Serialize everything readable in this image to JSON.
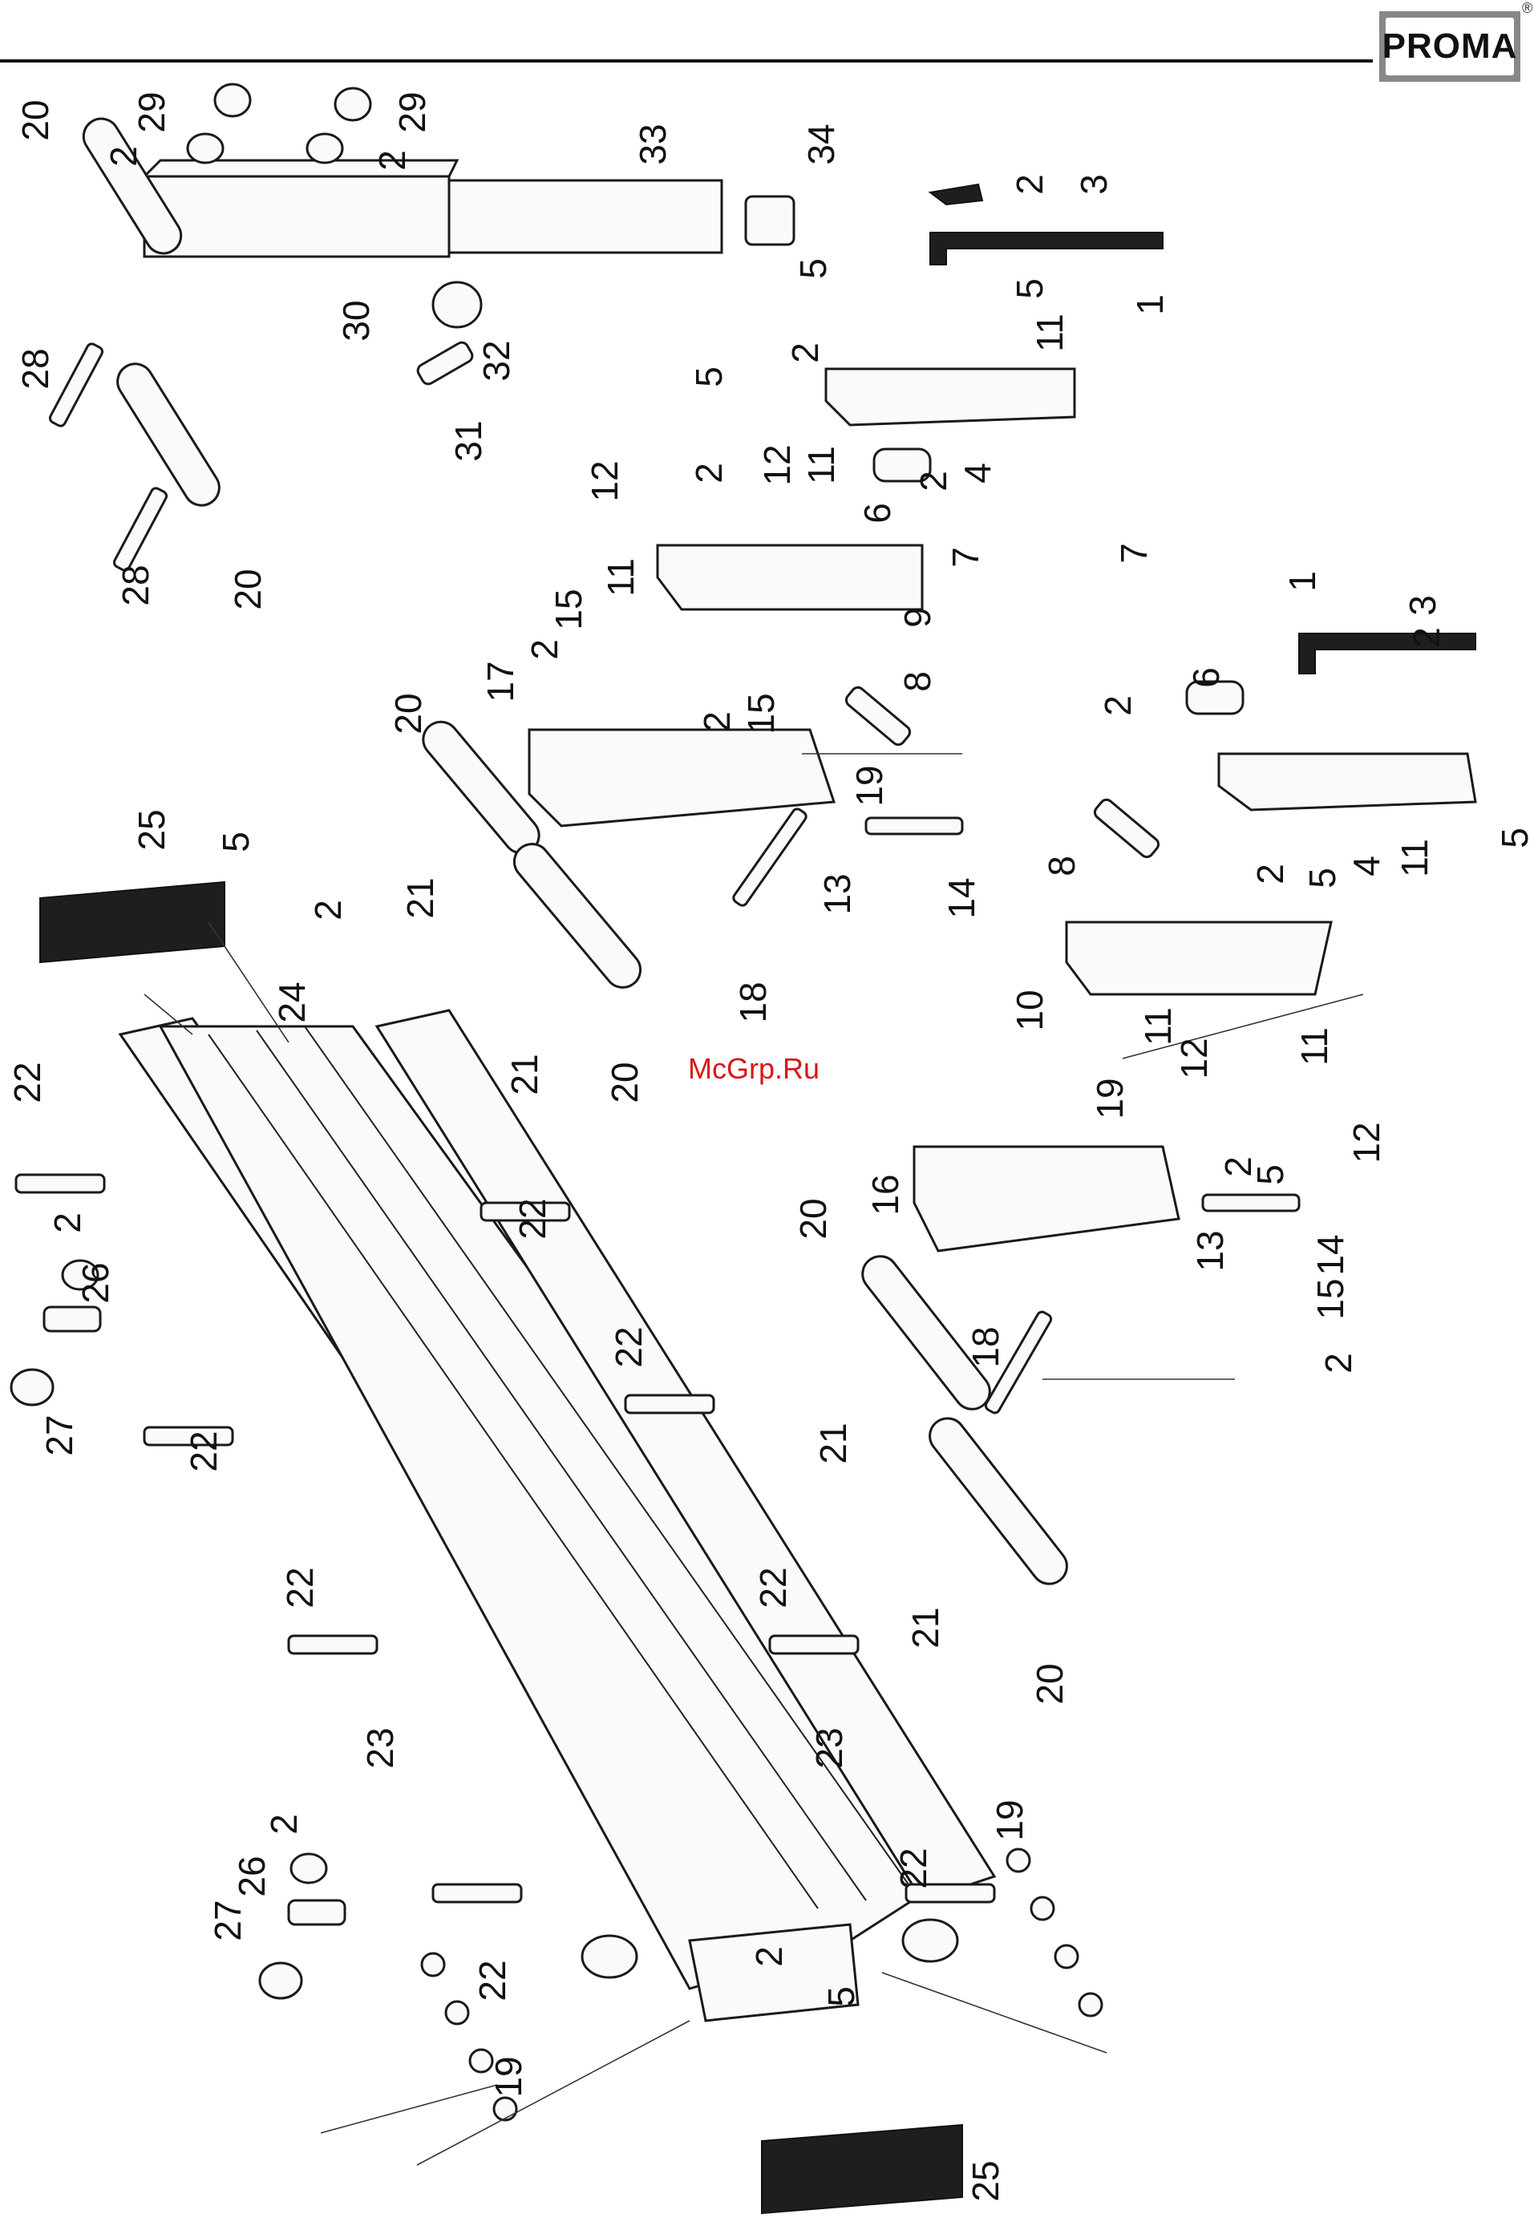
{
  "brand": {
    "name": "PROMA",
    "registered": "®"
  },
  "watermark": "McGrp.Ru",
  "callouts": [
    {
      "id": "c1",
      "text": "20"
    },
    {
      "id": "c2",
      "text": "29"
    },
    {
      "id": "c3",
      "text": "2"
    },
    {
      "id": "c4",
      "text": "29"
    },
    {
      "id": "c5",
      "text": "2"
    },
    {
      "id": "c6",
      "text": "33"
    },
    {
      "id": "c7",
      "text": "34"
    },
    {
      "id": "c8",
      "text": "2"
    },
    {
      "id": "c9",
      "text": "3"
    },
    {
      "id": "c10",
      "text": "28"
    },
    {
      "id": "c11",
      "text": "30"
    },
    {
      "id": "c12",
      "text": "32"
    },
    {
      "id": "c13",
      "text": "31"
    },
    {
      "id": "c14",
      "text": "5"
    },
    {
      "id": "c15",
      "text": "5"
    },
    {
      "id": "c16",
      "text": "1"
    },
    {
      "id": "c17",
      "text": "2"
    },
    {
      "id": "c18",
      "text": "11"
    },
    {
      "id": "c19",
      "text": "28"
    },
    {
      "id": "c20",
      "text": "20"
    },
    {
      "id": "c21",
      "text": "12"
    },
    {
      "id": "c22",
      "text": "5"
    },
    {
      "id": "c23",
      "text": "2"
    },
    {
      "id": "c24",
      "text": "12"
    },
    {
      "id": "c25",
      "text": "11"
    },
    {
      "id": "c26",
      "text": "4"
    },
    {
      "id": "c27",
      "text": "11"
    },
    {
      "id": "c28",
      "text": "6"
    },
    {
      "id": "c29",
      "text": "2"
    },
    {
      "id": "c30",
      "text": "7"
    },
    {
      "id": "c31",
      "text": "15"
    },
    {
      "id": "c32",
      "text": "9"
    },
    {
      "id": "c33",
      "text": "17"
    },
    {
      "id": "c34",
      "text": "2"
    },
    {
      "id": "c35",
      "text": "20"
    },
    {
      "id": "c36",
      "text": "15"
    },
    {
      "id": "c37",
      "text": "8"
    },
    {
      "id": "c38",
      "text": "7"
    },
    {
      "id": "c39",
      "text": "1"
    },
    {
      "id": "c40",
      "text": "2"
    },
    {
      "id": "c41",
      "text": "3"
    },
    {
      "id": "c42",
      "text": "2"
    },
    {
      "id": "c43",
      "text": "6"
    },
    {
      "id": "c44",
      "text": "2"
    },
    {
      "id": "c45",
      "text": "19"
    },
    {
      "id": "c46",
      "text": "25"
    },
    {
      "id": "c47",
      "text": "5"
    },
    {
      "id": "c48",
      "text": "2"
    },
    {
      "id": "c49",
      "text": "21"
    },
    {
      "id": "c50",
      "text": "13"
    },
    {
      "id": "c51",
      "text": "14"
    },
    {
      "id": "c52",
      "text": "8"
    },
    {
      "id": "c53",
      "text": "4"
    },
    {
      "id": "c54",
      "text": "2"
    },
    {
      "id": "c55",
      "text": "5"
    },
    {
      "id": "c56",
      "text": "11"
    },
    {
      "id": "c57",
      "text": "5"
    },
    {
      "id": "c58",
      "text": "24"
    },
    {
      "id": "c59",
      "text": "18"
    },
    {
      "id": "c60",
      "text": "10"
    },
    {
      "id": "c61",
      "text": "21"
    },
    {
      "id": "c62",
      "text": "20"
    },
    {
      "id": "c63",
      "text": "22"
    },
    {
      "id": "c64",
      "text": "11"
    },
    {
      "id": "c65",
      "text": "12"
    },
    {
      "id": "c66",
      "text": "19"
    },
    {
      "id": "c67",
      "text": "11"
    },
    {
      "id": "c68",
      "text": "16"
    },
    {
      "id": "c69",
      "text": "2"
    },
    {
      "id": "c70",
      "text": "5"
    },
    {
      "id": "c71",
      "text": "12"
    },
    {
      "id": "c72",
      "text": "22"
    },
    {
      "id": "c73",
      "text": "20"
    },
    {
      "id": "c74",
      "text": "13"
    },
    {
      "id": "c75",
      "text": "14"
    },
    {
      "id": "c76",
      "text": "2"
    },
    {
      "id": "c77",
      "text": "26"
    },
    {
      "id": "c78",
      "text": "15"
    },
    {
      "id": "c79",
      "text": "22"
    },
    {
      "id": "c80",
      "text": "2"
    },
    {
      "id": "c81",
      "text": "18"
    },
    {
      "id": "c82",
      "text": "27"
    },
    {
      "id": "c83",
      "text": "22"
    },
    {
      "id": "c84",
      "text": "21"
    },
    {
      "id": "c85",
      "text": "22"
    },
    {
      "id": "c86",
      "text": "22"
    },
    {
      "id": "c87",
      "text": "21"
    },
    {
      "id": "c88",
      "text": "20"
    },
    {
      "id": "c89",
      "text": "23"
    },
    {
      "id": "c90",
      "text": "23"
    },
    {
      "id": "c91",
      "text": "19"
    },
    {
      "id": "c92",
      "text": "2"
    },
    {
      "id": "c93",
      "text": "26"
    },
    {
      "id": "c94",
      "text": "22"
    },
    {
      "id": "c95",
      "text": "27"
    },
    {
      "id": "c96",
      "text": "22"
    },
    {
      "id": "c97",
      "text": "2"
    },
    {
      "id": "c98",
      "text": "5"
    },
    {
      "id": "c99",
      "text": "19"
    },
    {
      "id": "c100",
      "text": "25"
    }
  ]
}
